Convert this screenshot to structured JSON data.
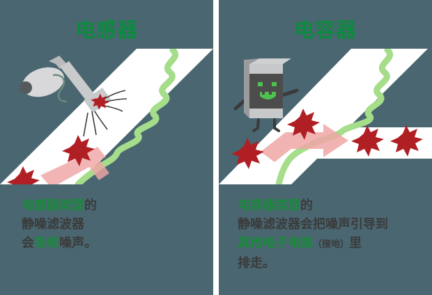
{
  "page": {
    "background_color": "#4a6670",
    "divider_color": "#ffffff",
    "accent_green": "#0c8a3f",
    "text_color": "#3b3b3b",
    "wave_green": "#a5dd8a",
    "arrow_pink": "#f0a6a6",
    "star_red": "#b01f24",
    "band_white": "#ffffff"
  },
  "panels": [
    {
      "id": "inductor",
      "title": "电感器",
      "illustration": {
        "name": "vacuum-cleaner-absorbing-noise",
        "device_label": "vacuum-cleaner",
        "arrow_direction": "down-left",
        "signal_name": "green-wavy-signal",
        "noise_markers": 2
      },
      "caption_lines": [
        [
          {
            "text": "电感器类型",
            "highlight": true
          },
          {
            "text": "的",
            "highlight": false
          }
        ],
        [
          {
            "text": "静噪滤波器",
            "highlight": false
          }
        ],
        [
          {
            "text": "会",
            "highlight": false
          },
          {
            "text": "吸收",
            "highlight": true
          },
          {
            "text": "噪声。",
            "highlight": false
          }
        ]
      ]
    },
    {
      "id": "capacitor",
      "title": "电容器",
      "illustration": {
        "name": "capacitor-character-diverting-noise",
        "device_label": "capacitor-character",
        "arrow_direction": "right",
        "signal_name": "green-wavy-signal",
        "noise_markers": 3
      },
      "caption_lines": [
        [
          {
            "text": "电容器类型",
            "highlight": true
          },
          {
            "text": "的",
            "highlight": false
          }
        ],
        [
          {
            "text": "静噪滤波器会把噪声引导到",
            "highlight": false
          }
        ],
        [
          {
            "text": "其他电子电路",
            "highlight": true
          },
          {
            "text": "（接地）",
            "highlight": false,
            "small": true
          },
          {
            "text": "里",
            "highlight": false
          }
        ],
        [
          {
            "text": "排走。",
            "highlight": false
          }
        ]
      ]
    }
  ]
}
